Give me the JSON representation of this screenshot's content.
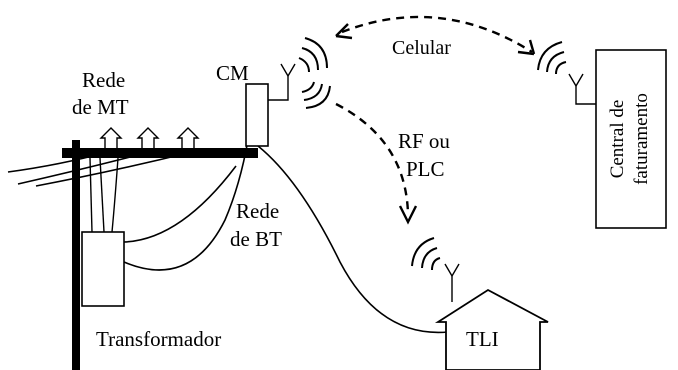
{
  "labels": {
    "rede_mt_line1": "Rede",
    "rede_mt_line2": "de MT",
    "cm": "CM",
    "celular": "Celular",
    "rf_line1": "RF ou",
    "rf_line2": "PLC",
    "rede_bt_line1": "Rede",
    "rede_bt_line2": "de BT",
    "transformador": "Transformador",
    "tli": "TLI",
    "central_line1": "Central de",
    "central_line2": "faturamento"
  }
}
